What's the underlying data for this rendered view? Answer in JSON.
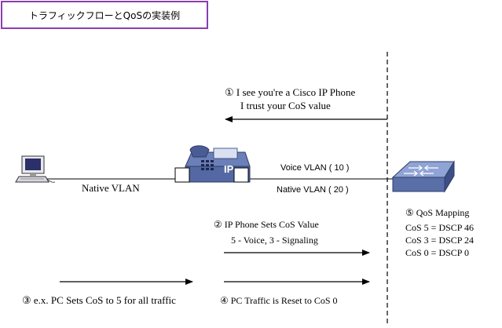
{
  "title": "トラフィックフローとQoSの実装例",
  "phone_label": "IP",
  "links": {
    "native_vlan_left": "Native VLAN",
    "voice_vlan": "Voice VLAN ( 10 )",
    "native_vlan_right": "Native VLAN ( 20 )"
  },
  "step1": {
    "line1": "①  I see you're a Cisco IP Phone",
    "line2": "I trust your  CoS  value"
  },
  "step2": {
    "line1": "②  IP Phone Sets CoS Value",
    "line2": "5 -  Voice,  3 - Signaling"
  },
  "step3": {
    "text": "③   e.x. PC Sets CoS to 5 for all traffic"
  },
  "step4": {
    "text": "④  PC Traffic is Reset to CoS 0"
  },
  "qos": {
    "heading": "⑤  QoS Mapping",
    "rows": [
      "CoS 5  =  DSCP 46",
      "CoS 3  =  DSCP 24",
      "CoS 0  =  DSCP 0"
    ]
  },
  "colors": {
    "title_border": "#8a3db0",
    "device_blue": "#5a6fa8",
    "device_dark": "#3d4f85",
    "device_light": "#8fa3d4"
  },
  "icons": [
    "pc-icon",
    "ip-phone-icon",
    "switch-icon"
  ]
}
